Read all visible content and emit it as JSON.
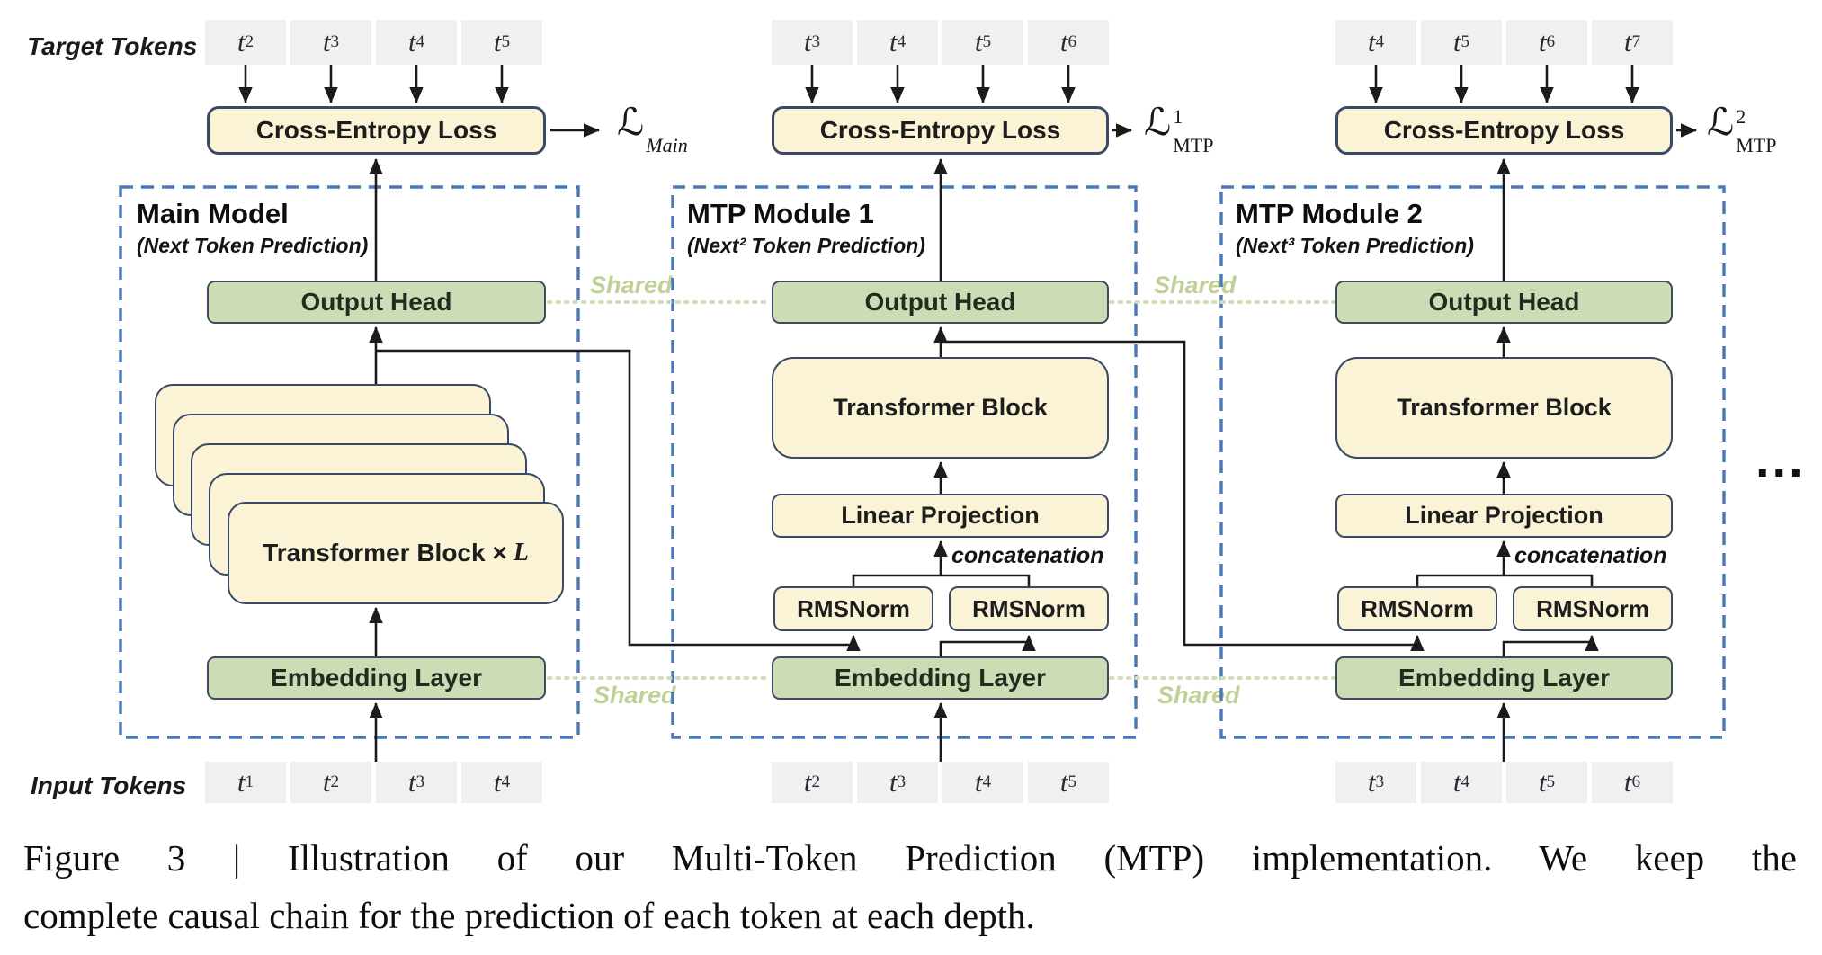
{
  "figure": {
    "target_tokens_label": "Target Tokens",
    "input_tokens_label": "Input Tokens",
    "shared_label": "Shared",
    "ellipsis": "...",
    "colors": {
      "box_cream": "#fbf3d5",
      "box_green": "#ccdcb4",
      "box_border": "#3a4a66",
      "dashed_border": "#4a78b6",
      "shared_green": "#bfd199",
      "token_gray": "#f0f0f0",
      "line_black": "#1b1b1b"
    },
    "modules": [
      {
        "title": "Main Model",
        "subtitle": "(Next Token Prediction)",
        "target_tokens": [
          "t_2",
          "t_3",
          "t_4",
          "t_5"
        ],
        "input_tokens": [
          "t_1",
          "t_2",
          "t_3",
          "t_4"
        ],
        "cross_entropy": "Cross-Entropy Loss",
        "output_head": "Output Head",
        "transformer_block": "Transformer Block ×",
        "transformer_var": "L",
        "embedding": "Embedding Layer",
        "loss": {
          "script": "ℒ",
          "sup": "",
          "sub": "Main"
        }
      },
      {
        "title": "MTP Module 1",
        "subtitle": "(Next² Token Prediction)",
        "target_tokens": [
          "t_3",
          "t_4",
          "t_5",
          "t_6"
        ],
        "input_tokens": [
          "t_2",
          "t_3",
          "t_4",
          "t_5"
        ],
        "cross_entropy": "Cross-Entropy Loss",
        "output_head": "Output Head",
        "transformer_block": "Transformer Block",
        "linear_projection": "Linear Projection",
        "rmsnorm_left": "RMSNorm",
        "rmsnorm_right": "RMSNorm",
        "concatenation_label": "concatenation",
        "embedding": "Embedding Layer",
        "loss": {
          "script": "ℒ",
          "sup": "1",
          "sub": "MTP"
        }
      },
      {
        "title": "MTP Module 2",
        "subtitle": "(Next³ Token Prediction)",
        "target_tokens": [
          "t_4",
          "t_5",
          "t_6",
          "t_7"
        ],
        "input_tokens": [
          "t_3",
          "t_4",
          "t_5",
          "t_6"
        ],
        "cross_entropy": "Cross-Entropy Loss",
        "output_head": "Output Head",
        "transformer_block": "Transformer Block",
        "linear_projection": "Linear Projection",
        "rmsnorm_left": "RMSNorm",
        "rmsnorm_right": "RMSNorm",
        "concatenation_label": "concatenation",
        "embedding": "Embedding Layer",
        "loss": {
          "script": "ℒ",
          "sup": "2",
          "sub": "MTP"
        }
      }
    ],
    "caption_line1": "Figure 3 | Illustration of our Multi-Token Prediction (MTP) implementation.  We keep the",
    "caption_line2": "complete causal chain for the prediction of each token at each depth."
  }
}
